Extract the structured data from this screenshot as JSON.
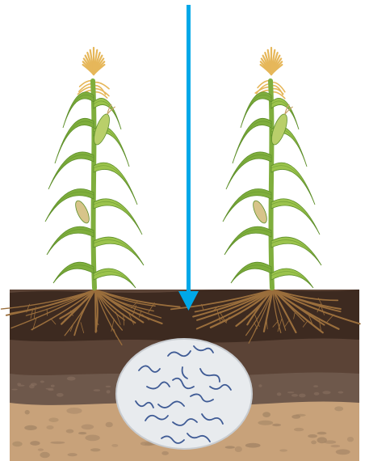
{
  "scene": {
    "colors": {
      "background": "#ffffff",
      "arrow": "#00a8e8",
      "stalk": "#7fae3d",
      "leaf_light": "#9bc34c",
      "leaf_dark": "#5e8f2a",
      "tassel": "#e6b75a",
      "ear": "#b9cf6a",
      "silk": "#c7a36a",
      "root": "#9a6e3c",
      "soil_top": "#3d2a20",
      "soil_mid": "#5b4336",
      "soil_lower": "#6e584b",
      "soil_deep": "#c8a27a",
      "pebble": "#a48565",
      "inset_fill": "#e8ebee",
      "inset_stroke": "#c8ccd1",
      "nematode": "#3f5b95"
    },
    "plants": [
      {
        "name": "left-corn-plant"
      },
      {
        "name": "right-corn-plant"
      }
    ],
    "arrow": {
      "direction": "down"
    },
    "inset": {
      "content": "nematodes"
    }
  }
}
